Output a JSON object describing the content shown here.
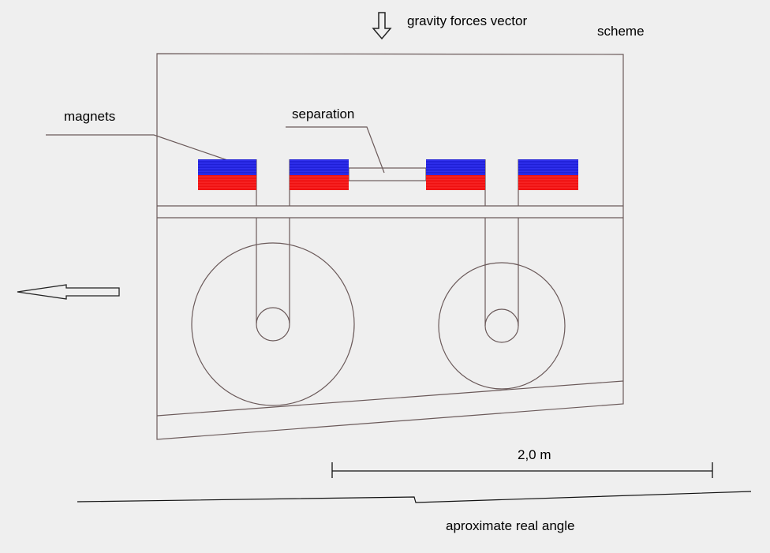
{
  "labels": {
    "gravity": "gravity forces vector",
    "scheme": "scheme",
    "magnets": "magnets",
    "separation": "separation",
    "dimension": "2,0 m",
    "angle": "aproximate real angle"
  },
  "colors": {
    "magnet_top": "#1f1fd6",
    "magnet_bottom": "#ee1111",
    "line": "#6b5a5a",
    "background": "#efefef"
  }
}
